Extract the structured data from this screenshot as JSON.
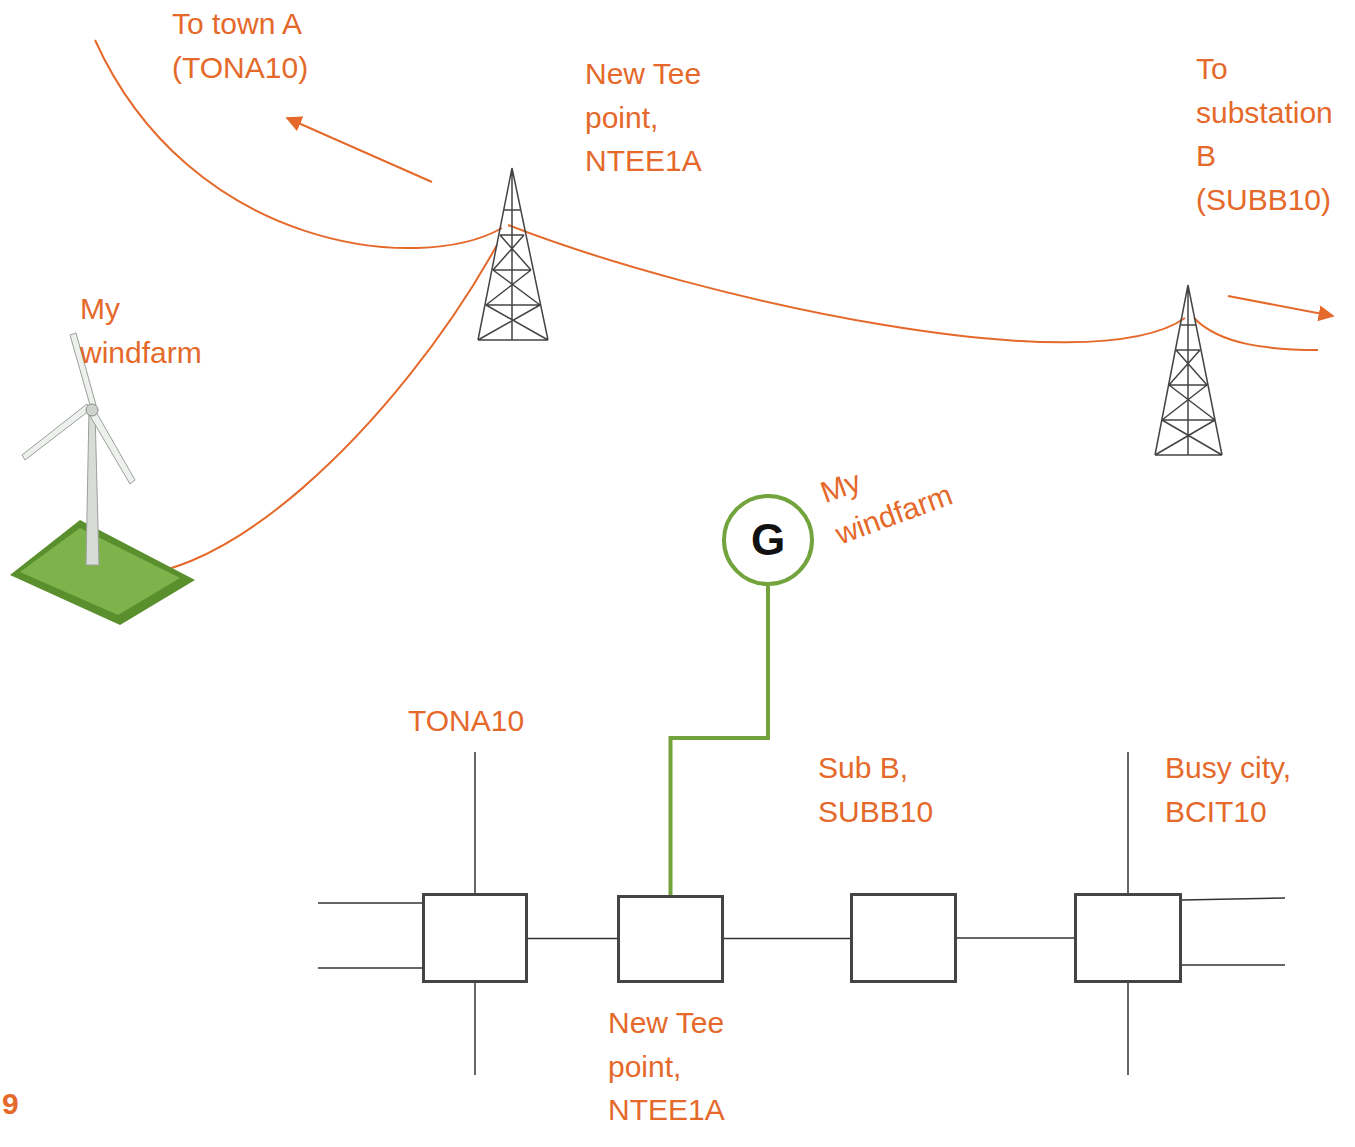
{
  "diagram": {
    "nodes": [
      {
        "text": [
          "G",
          "My windfarm"
        ]
      },
      {
        "text": [
          "TONA10"
        ]
      },
      {
        "text": [
          "New Tee point, NTEE1A"
        ]
      },
      {
        "text": [
          "Sub B, SUBB10"
        ]
      },
      {
        "text": [
          "Busy city, BCIT10"
        ]
      }
    ],
    "edges": [
      {
        "from": 1,
        "to": 2,
        "arrow": "none"
      },
      {
        "from": 2,
        "to": 3,
        "arrow": "none"
      },
      {
        "from": 3,
        "to": 4,
        "arrow": "none"
      },
      {
        "from": 0,
        "to": 2,
        "arrow": "none"
      }
    ],
    "labels": [
      "To town A (TONA10)",
      "New Tee point, NTEE1A",
      "To substation B (SUBB10)",
      "My windfarm",
      "9"
    ]
  }
}
